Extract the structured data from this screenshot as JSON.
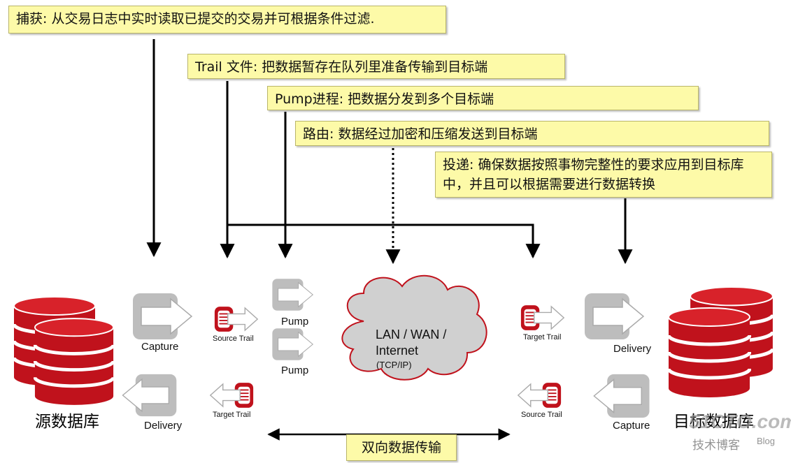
{
  "callouts": {
    "capture": "捕获: 从交易日志中实时读取已提交的交易并可根据条件过滤.",
    "trail": "Trail 文件: 把数据暂存在队列里准备传输到目标端",
    "pump": "Pump进程: 把数据分发到多个目标端",
    "route": "路由: 数据经过加密和压缩发送到目标端",
    "delivery": "投递: 确保数据按照事物完整性的要求应用到目标库中，并且可以根据需要进行数据转换"
  },
  "labels": {
    "source_db": "源数据库",
    "target_db": "目标数据库",
    "capture_left": "Capture",
    "delivery_left": "Delivery",
    "source_trail_left": "Source Trail",
    "target_trail_left": "Target Trail",
    "pump_top": "Pump",
    "pump_bottom": "Pump",
    "network_line1": "LAN / WAN /",
    "network_line2": "Internet",
    "network_line3": "(TCP/IP)",
    "target_trail_right": "Target Trail",
    "source_trail_right": "Source Trail",
    "delivery_right": "Delivery",
    "capture_right": "Capture",
    "bidirectional": "双向数据传输"
  },
  "watermark": {
    "site": "51CTO.com",
    "tagline": "技术博客",
    "blog": "Blog"
  },
  "colors": {
    "db_red": "#c0121c",
    "callout_bg": "#fdfaa8",
    "process_gray": "#bdbdbd",
    "cloud_gray": "#d0d0d0"
  }
}
